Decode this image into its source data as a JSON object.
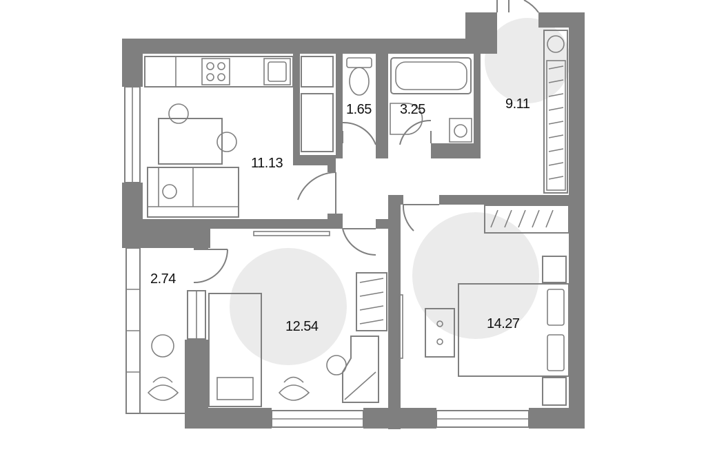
{
  "rooms": {
    "kitchen": {
      "area": "11.13"
    },
    "toilet": {
      "area": "1.65"
    },
    "bathroom": {
      "area": "3.25"
    },
    "hallway": {
      "area": "9.11"
    },
    "balcony": {
      "area": "2.74"
    },
    "living_room": {
      "area": "12.54"
    },
    "bedroom": {
      "area": "14.27"
    }
  },
  "colors": {
    "wall": "#7f7f7f",
    "zone": "#ebebeb",
    "background": "#ffffff"
  }
}
